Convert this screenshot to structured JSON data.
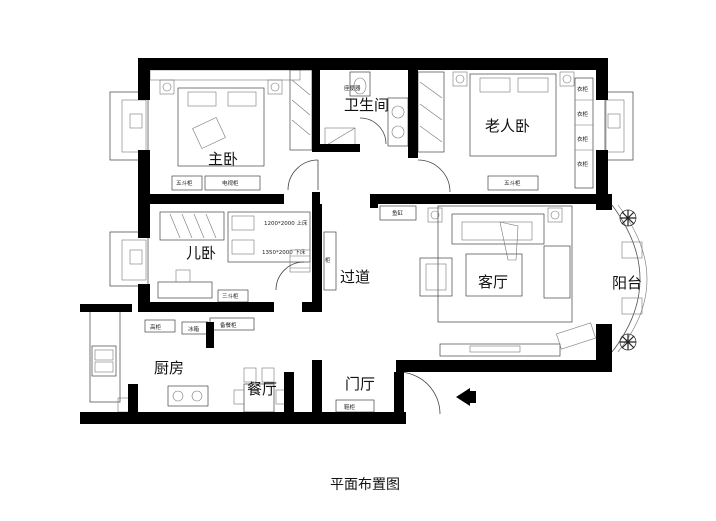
{
  "rooms": {
    "master_bedroom": "主卧",
    "bathroom": "卫生间",
    "elder_bedroom": "老人卧",
    "kids_room": "儿卧",
    "corridor": "过道",
    "living_room": "客厅",
    "balcony": "阳台",
    "kitchen": "厨房",
    "dining_room": "餐厅",
    "foyer": "门厅"
  },
  "furniture_labels": {
    "toilet": "座便器",
    "chest_master": "五斗柜",
    "tv_cabinet_master": "电视柜",
    "chest_elder": "五斗柜",
    "wardrobe_1": "衣柜",
    "wardrobe_2": "衣柜",
    "wardrobe_3": "衣柜",
    "wardrobe_4": "衣柜",
    "aquarium": "鱼缸",
    "bunk_top": "1200*2000 上床",
    "bunk_bottom": "1350*2000 下床",
    "chest_kids": "三斗柜",
    "corridor_cabinet": "柜",
    "high_cabinet": "高柜",
    "fridge": "冰箱",
    "sideboard": "备餐柜",
    "shoe_cabinet": "鞋柜"
  },
  "caption": "平面布置图"
}
